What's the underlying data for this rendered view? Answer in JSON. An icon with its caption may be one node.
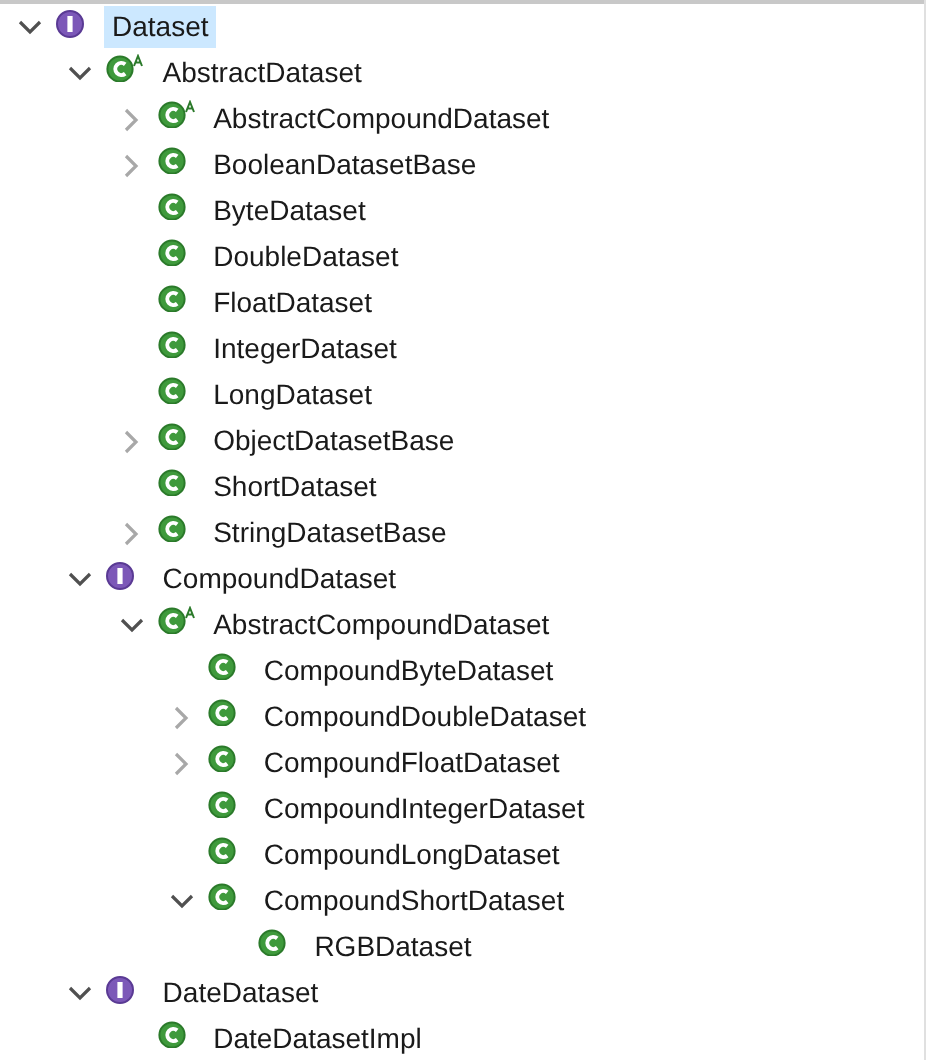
{
  "diagram": {
    "labels": [
      "Dataset",
      "AbstractDataset",
      "AbstractCompoundDataset",
      "BooleanDatasetBase",
      "ByteDataset",
      "DoubleDataset",
      "FloatDataset",
      "IntegerDataset",
      "LongDataset",
      "ObjectDatasetBase",
      "ShortDataset",
      "StringDatasetBase",
      "CompoundDataset",
      "AbstractCompoundDataset",
      "CompoundByteDataset",
      "CompoundDoubleDataset",
      "CompoundFloatDataset",
      "CompoundIntegerDataset",
      "CompoundLongDataset",
      "CompoundShortDataset",
      "RGBDataset",
      "DateDataset",
      "DateDatasetImpl"
    ]
  }
}
